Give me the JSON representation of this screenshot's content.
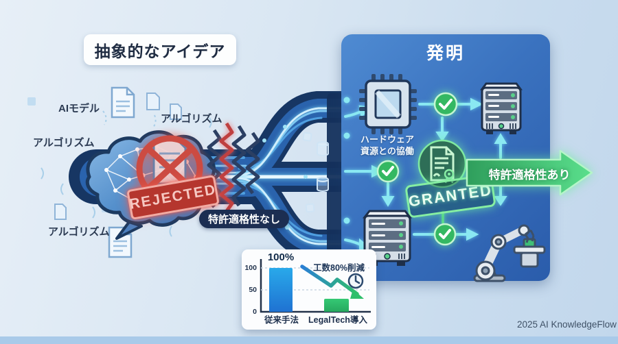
{
  "idea": {
    "title": "抽象的なアイデア"
  },
  "inputs": {
    "ai_model": "AIモデル",
    "algo_top": "アルゴリズム",
    "algo_left": "アルゴリズム",
    "algo_bottom": "アルゴリズム"
  },
  "rejection": {
    "stamp": "REJECTED",
    "badge": "特許適格性なし"
  },
  "invention": {
    "title": "発明",
    "hardware_line1": "ハードウェア",
    "hardware_line2": "資源との協働",
    "stamp": "GRANTED",
    "arrow_label": "特許適格性あり"
  },
  "chart_card": {
    "peak_label": "100%",
    "annotation": "工数80%削減"
  },
  "chart_data": {
    "type": "bar",
    "categories": [
      "従来手法",
      "LegalTech導入"
    ],
    "values": [
      100,
      30
    ],
    "yticks": [
      "100",
      "50",
      "0"
    ],
    "ylim": [
      0,
      110
    ],
    "grid": true,
    "legend_position": "none",
    "title": "",
    "xlabel": "",
    "ylabel": "",
    "annotations": [
      "100%",
      "工数80%削減"
    ]
  },
  "footer": {
    "credit": "2025 AI KnowledgeFlow"
  },
  "colors": {
    "panel_blue": "#3a72bf",
    "flow_navy": "#173663",
    "accent_cyan": "#8ae8f2",
    "success_green": "#3fca6b",
    "reject_red": "#b5362e",
    "bar_blue": "#2196e8",
    "bar_green": "#2fbf6b",
    "background": "#d8e6f3"
  }
}
